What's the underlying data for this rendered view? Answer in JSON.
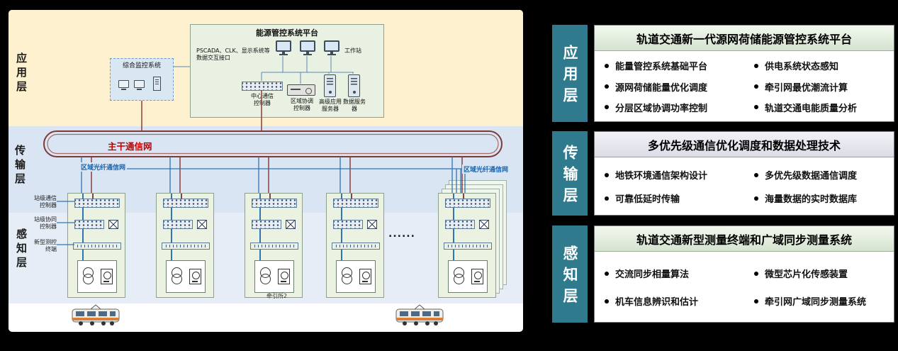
{
  "layer_labels": {
    "app": "应用层",
    "transport": "传输层",
    "perception": "感知层"
  },
  "diagram": {
    "monitoring_system": "综合监控系统",
    "platform_title": "能源管控系统平台",
    "interface_label": "PSCADA、CLK、显示系统等数据交互接口",
    "workstation_label": "工作站",
    "central_comm_controller": "中心通信控制器",
    "regional_coord_controller": "区域协调控制器",
    "advanced_app_server": "高级应用服务器",
    "data_server": "数据服务器",
    "backbone_network": "主干通信网",
    "fiber_network": "区域光纤通信网",
    "station_comm_controller": "站级通信控制器",
    "station_coop_controller": "站级协同控制器",
    "new_measurement_terminal": "新型测控终端",
    "ellipsis": "......",
    "traction_substation": "牵引所2"
  },
  "panels": [
    {
      "tab": "应用层",
      "title": "轨道交通新一代源网荷储能源管控系统平台",
      "left": [
        "能量管控系统基础平台",
        "源网荷储能量优化调度",
        "分层区域协调功率控制"
      ],
      "right": [
        "供电系统状态感知",
        "牵引网最优潮流计算",
        "轨道交通电能质量分析"
      ]
    },
    {
      "tab": "传输层",
      "title": "多优先级通信优化调度和数据处理技术",
      "left": [
        "地铁环境通信架构设计",
        "可靠低延时传输"
      ],
      "right": [
        "多优先级数据通信调度",
        "海量数据的实时数据库"
      ]
    },
    {
      "tab": "感知层",
      "title": "轨道交通新型测量终端和广域同步测量系统",
      "left": [
        "交流同步相量算法",
        "机车信息辨识和估计"
      ],
      "right": [
        "微型芯片化传感装置",
        "牵引网广域同步测量系统"
      ]
    }
  ],
  "colors": {
    "tab_teal": "#2f7b8d",
    "backbone_red": "#c00000",
    "fiber_blue": "#1a66ad",
    "band_application": "#fdf1cf",
    "band_transport": "#d9e5f2",
    "band_perception": "#e6edf6"
  }
}
